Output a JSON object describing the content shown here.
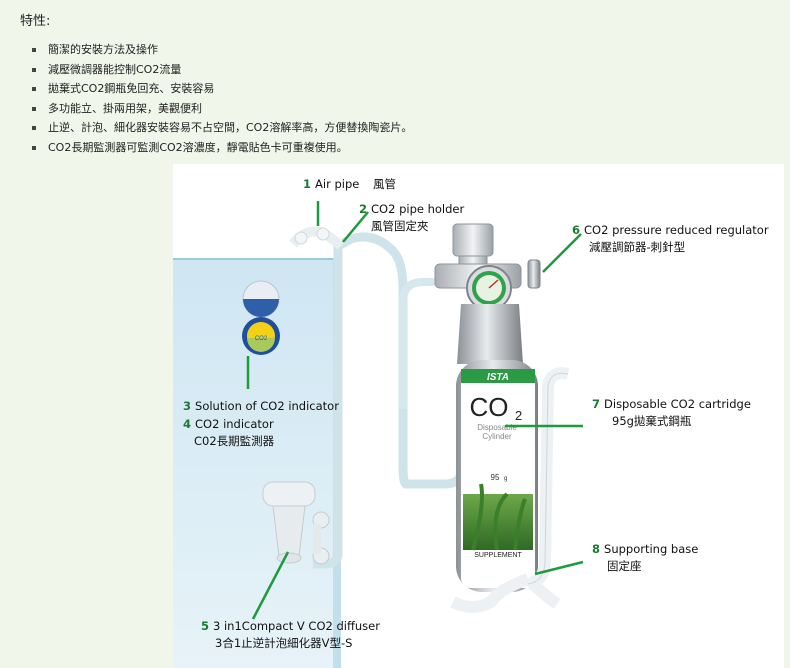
{
  "heading": "特性:",
  "features": [
    "簡潔的安裝方法及操作",
    "減壓微調器能控制CO2流量",
    "拋棄式CO2鋼瓶免回充、安裝容易",
    "多功能立、掛兩用架，美觀便利",
    "止逆、計泡、細化器安裝容易不占空間，CO2溶解率高，方便替換陶瓷片。",
    "CO2長期監測器可監測CO2溶濃度，靜電貼色卡可重複使用。"
  ],
  "labels": {
    "l1": {
      "num": "1",
      "en": "Air pipe",
      "zh": "風管"
    },
    "l2": {
      "num": "2",
      "en": "CO2 pipe holder",
      "zh": "風管固定夾"
    },
    "l3": {
      "num": "3",
      "en": "Solution of CO2 indicator"
    },
    "l4": {
      "num": "4",
      "en": "CO2 indicator",
      "zh": "C02長期監測器"
    },
    "l5": {
      "num": "5",
      "en": "3 in1Compact V CO2 diffuser",
      "zh": "3合1止逆計泡細化器V型-S"
    },
    "l6": {
      "num": "6",
      "en": "CO2 pressure reduced regulator",
      "zh": "減壓調節器-刺針型"
    },
    "l7": {
      "num": "7",
      "en": "Disposable CO2 cartridge",
      "zh": "95g拋棄式鋼瓶"
    },
    "l8": {
      "num": "8",
      "en": "Supporting base",
      "zh": "固定座"
    }
  },
  "cylinder": {
    "brand": "ISTA",
    "co2": "CO",
    "co2_sub": "2",
    "line1": "Disposable",
    "line2": "Cylinder",
    "weight": "95",
    "weight_unit": "g",
    "bottom": "SUPPLEMENT"
  },
  "indicator_text": "CO2",
  "colors": {
    "accent": "#1a7a33",
    "line": "#1e9a3e"
  }
}
